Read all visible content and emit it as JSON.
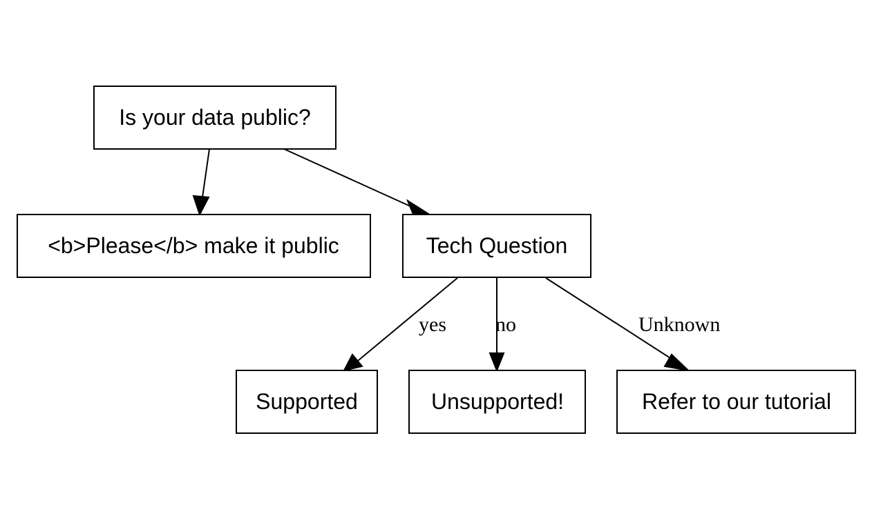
{
  "nodes": {
    "data_public": {
      "label": "Is your data public?"
    },
    "make_public": {
      "label": "<b>Please</b> make it public"
    },
    "tech_question": {
      "label": "Tech Question"
    },
    "supported": {
      "label": "Supported"
    },
    "unsupported": {
      "label": "Unsupported!"
    },
    "tutorial": {
      "label": "Refer to our tutorial"
    }
  },
  "edges": [
    {
      "from": "data_public",
      "to": "make_public",
      "label": ""
    },
    {
      "from": "data_public",
      "to": "tech_question",
      "label": ""
    },
    {
      "from": "tech_question",
      "to": "supported",
      "label": "yes"
    },
    {
      "from": "tech_question",
      "to": "unsupported",
      "label": "no"
    },
    {
      "from": "tech_question",
      "to": "tutorial",
      "label": "Unknown"
    }
  ]
}
